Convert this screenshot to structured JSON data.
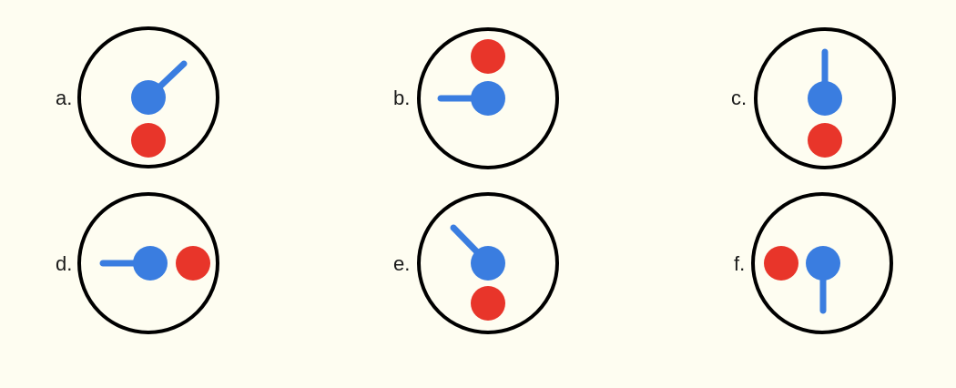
{
  "colors": {
    "background": "#fefdf1",
    "ring": "#000000",
    "blue": "#3a7de0",
    "red": "#e8352a"
  },
  "panels": [
    {
      "label": "a.",
      "hand_direction": "up-right",
      "red_ball": "below"
    },
    {
      "label": "b.",
      "hand_direction": "left",
      "red_ball": "above"
    },
    {
      "label": "c.",
      "hand_direction": "up",
      "red_ball": "below"
    },
    {
      "label": "d.",
      "hand_direction": "left",
      "red_ball": "right"
    },
    {
      "label": "e.",
      "hand_direction": "up-left",
      "red_ball": "below"
    },
    {
      "label": "f.",
      "hand_direction": "down",
      "red_ball": "left"
    }
  ]
}
